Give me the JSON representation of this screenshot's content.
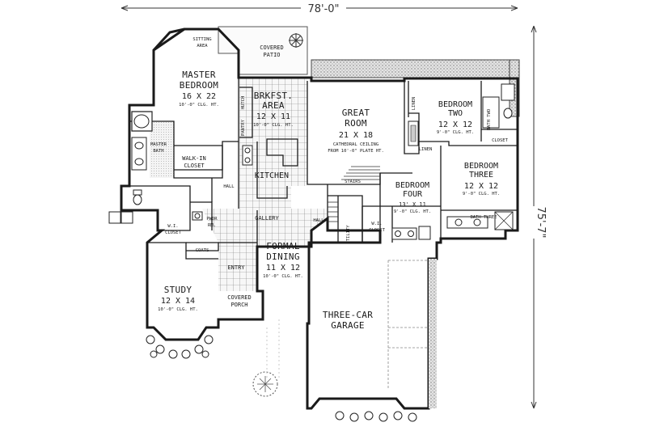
{
  "dimensions": {
    "width": "78'-0\"",
    "depth": "75'-7\""
  },
  "rooms": {
    "sitting_area": [
      "SITTING",
      "AREA"
    ],
    "covered_patio": [
      "COVERED",
      "PATIO"
    ],
    "master_bedroom": {
      "name": [
        "MASTER",
        "BEDROOM"
      ],
      "size": "16 X 22",
      "note": "10'-0\" CLG. HT."
    },
    "brkfst_area": {
      "name": [
        "BRKFST.",
        "AREA"
      ],
      "size": "12 X 11",
      "note": "10'-0\" CLG. HT."
    },
    "great_room": {
      "name": [
        "GREAT",
        "ROOM"
      ],
      "size": "21 X 18",
      "note": [
        "CATHEDRAL CEILING",
        "FROM 10'-0\" PLATE HT."
      ]
    },
    "bedroom_two": {
      "name": [
        "BEDROOM",
        "TWO"
      ],
      "size": "12 X 12",
      "note": "9'-0\" CLG. HT."
    },
    "bedroom_three": {
      "name": [
        "BEDROOM",
        "THREE"
      ],
      "size": "12 X 12",
      "note": "9'-0\" CLG. HT."
    },
    "bedroom_four": {
      "name": [
        "BEDROOM",
        "FOUR"
      ],
      "size": "13' X 11",
      "note": "9'-0\" CLG. HT."
    },
    "master_bath": [
      "MASTER",
      "BATH"
    ],
    "walk_in_closet": [
      "WALK-IN",
      "CLOSET"
    ],
    "kitchen": "KITCHEN",
    "pantry": "PANTRY",
    "hutch": "HUTCH",
    "hall_left": "HALL",
    "hall_mid": "HALL",
    "stairs": "STAIRS",
    "utility": "UTILITY",
    "gallery": "GALLERY",
    "wi_closet_left": [
      "W.I.",
      "CLOSET"
    ],
    "wi_closet_right": [
      "W.I.",
      "CLOSET"
    ],
    "pwdr_rm": [
      "PWDR",
      "RM."
    ],
    "coats": "COATS",
    "entry": "ENTRY",
    "formal_dining": {
      "name": [
        "FORMAL",
        "DINING"
      ],
      "size": "11 X 12",
      "note": "10'-0\" CLG. HT."
    },
    "study": {
      "name": "STUDY",
      "size": "12 X 14",
      "note": "10'-0\" CLG. HT."
    },
    "covered_porch": [
      "COVERED",
      "PORCH"
    ],
    "garage": [
      "THREE-CAR",
      "GARAGE"
    ],
    "bath_two": "BATH TWO",
    "bath_three": "BATH THREE",
    "closet": "CLOSET",
    "linen_1": "LINEN",
    "linen_2": "LINEN"
  }
}
